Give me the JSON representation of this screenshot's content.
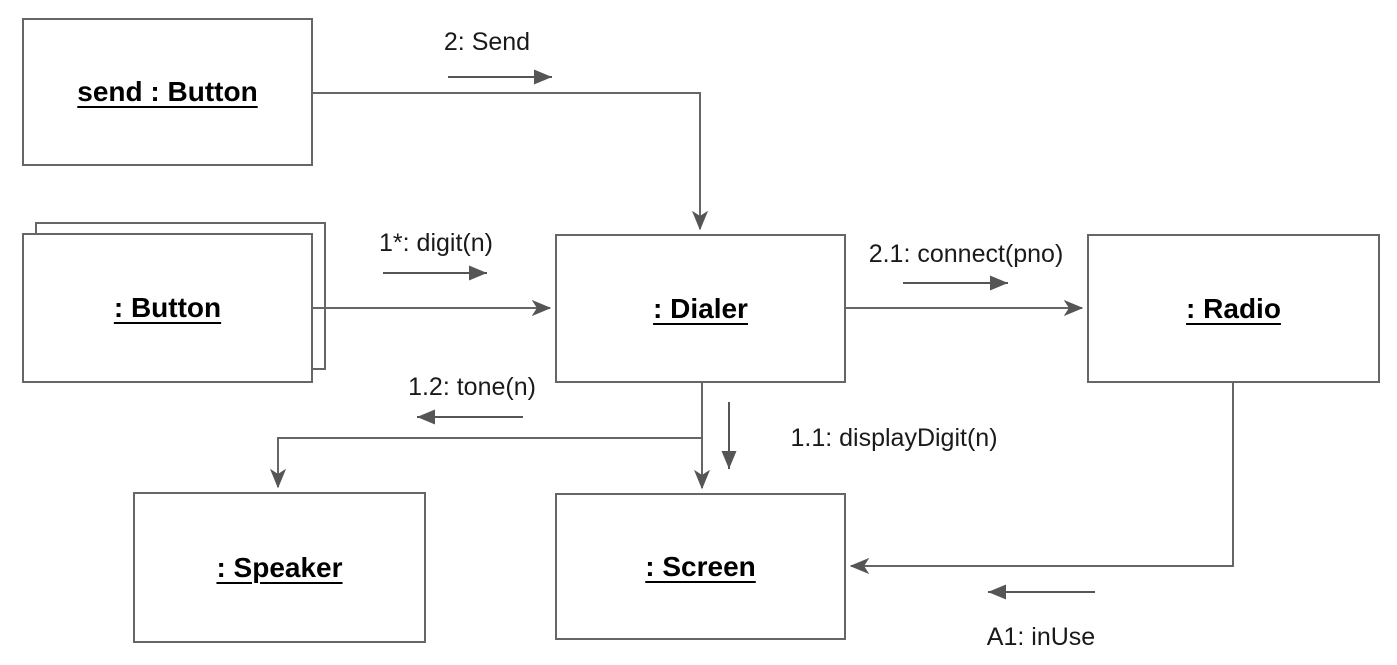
{
  "diagram": {
    "type": "uml-communication-diagram",
    "objects": [
      {
        "id": "send-button",
        "label": "send : Button"
      },
      {
        "id": "button",
        "label": ": Button",
        "stacked": true
      },
      {
        "id": "dialer",
        "label": ": Dialer"
      },
      {
        "id": "radio",
        "label": ": Radio"
      },
      {
        "id": "speaker",
        "label": ": Speaker"
      },
      {
        "id": "screen",
        "label": ": Screen"
      }
    ],
    "messages": [
      {
        "id": "2",
        "label": "2: Send",
        "from": "send-button",
        "to": "dialer",
        "direction": "right"
      },
      {
        "id": "1",
        "label": "1*: digit(n)",
        "from": "button",
        "to": "dialer",
        "direction": "right"
      },
      {
        "id": "2.1",
        "label": "2.1: connect(pno)",
        "from": "dialer",
        "to": "radio",
        "direction": "right"
      },
      {
        "id": "1.2",
        "label": "1.2: tone(n)",
        "from": "dialer",
        "to": "speaker",
        "direction": "left"
      },
      {
        "id": "1.1",
        "label": "1.1: displayDigit(n)",
        "from": "dialer",
        "to": "screen",
        "direction": "down"
      },
      {
        "id": "A1",
        "label": "A1: inUse",
        "from": "radio",
        "to": "screen",
        "direction": "left"
      }
    ],
    "colors": {
      "line": "#666666",
      "arrow_fill": "#555555",
      "box_fill": "#ffffff",
      "text": "#000000",
      "label_text": "#1a1a1a",
      "background": "#ffffff"
    }
  }
}
